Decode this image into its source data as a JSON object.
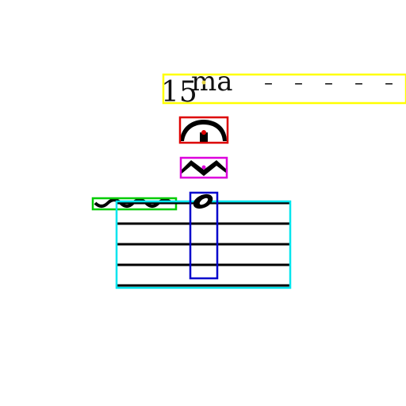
{
  "ottava": {
    "number": "15",
    "suffix": "ma",
    "dashes": "– – – – – –"
  },
  "annotation_colors": {
    "ottava": "#ffff00",
    "fermata": "#dd0000",
    "trill_mordent": "#dd00dd",
    "wavy_line": "#00cc00",
    "staff": "#00e5ee",
    "note": "#0000cc",
    "center_marker": "#e8d84a"
  },
  "symbols": [
    "ottava-15ma",
    "fermata",
    "mordent",
    "wavy-trill-line",
    "staff",
    "note"
  ]
}
